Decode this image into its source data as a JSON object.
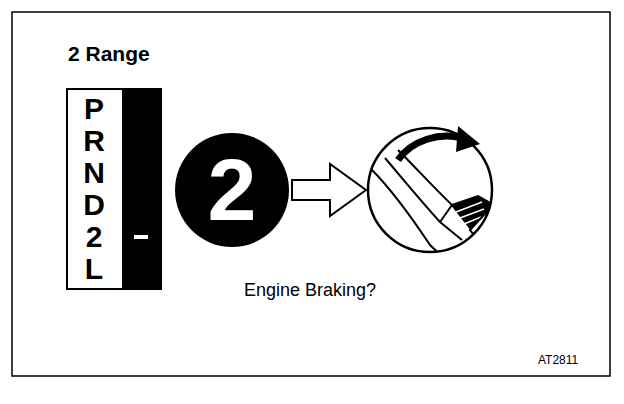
{
  "diagram": {
    "title": "2 Range",
    "nodes": [
      {
        "text": [
          "P",
          "R",
          "N",
          "D",
          "2",
          "L"
        ]
      },
      {
        "text": [
          "2"
        ]
      }
    ],
    "labels": [
      "Engine Braking?",
      "AT2811"
    ]
  }
}
